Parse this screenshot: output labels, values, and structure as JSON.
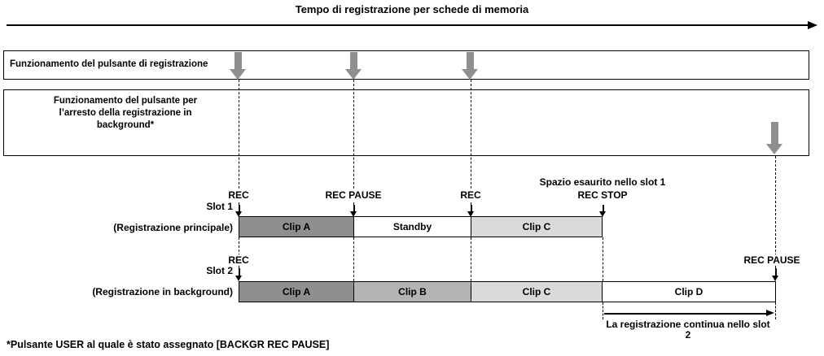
{
  "title": "Tempo di registrazione per schede di memoria",
  "panels": {
    "rec_button_label": "Funzionamento del pulsante di registrazione",
    "bg_stop_lines": [
      "Funzionamento del pulsante per",
      "l’arresto della registrazione in",
      "background*"
    ]
  },
  "slot1": {
    "name": "Slot 1",
    "subtitle": "(Registrazione principale)",
    "marker_rec_1": "REC",
    "marker_rec_pause": "REC PAUSE",
    "marker_rec_2": "REC",
    "marker_space_full": "Spazio esaurito nello slot 1",
    "marker_rec_stop": "REC STOP",
    "segments": [
      {
        "label": "Clip A",
        "color": "#8f8f8f"
      },
      {
        "label": "Standby",
        "color": "#ffffff"
      },
      {
        "label": "Clip C",
        "color": "#dadada"
      }
    ]
  },
  "slot2": {
    "name": "Slot 2",
    "subtitle": "(Registrazione in background)",
    "marker_rec": "REC",
    "marker_rec_pause": "REC PAUSE",
    "segments": [
      {
        "label": "Clip A",
        "color": "#8f8f8f"
      },
      {
        "label": "Clip B",
        "color": "#b4b4b4"
      },
      {
        "label": "Clip C",
        "color": "#dadada"
      },
      {
        "label": "Clip D",
        "color": "#ffffff"
      }
    ]
  },
  "continuation": {
    "line1": "La registrazione continua nello slot",
    "line2": "2"
  },
  "footnote": "*Pulsante USER al quale è stato assegnato [BACKGR REC PAUSE]",
  "colors": {
    "arrow_gray": "#8f8f8f",
    "clip_a": "#8f8f8f",
    "clip_b": "#b4b4b4",
    "clip_c": "#dadada",
    "white": "#ffffff"
  }
}
